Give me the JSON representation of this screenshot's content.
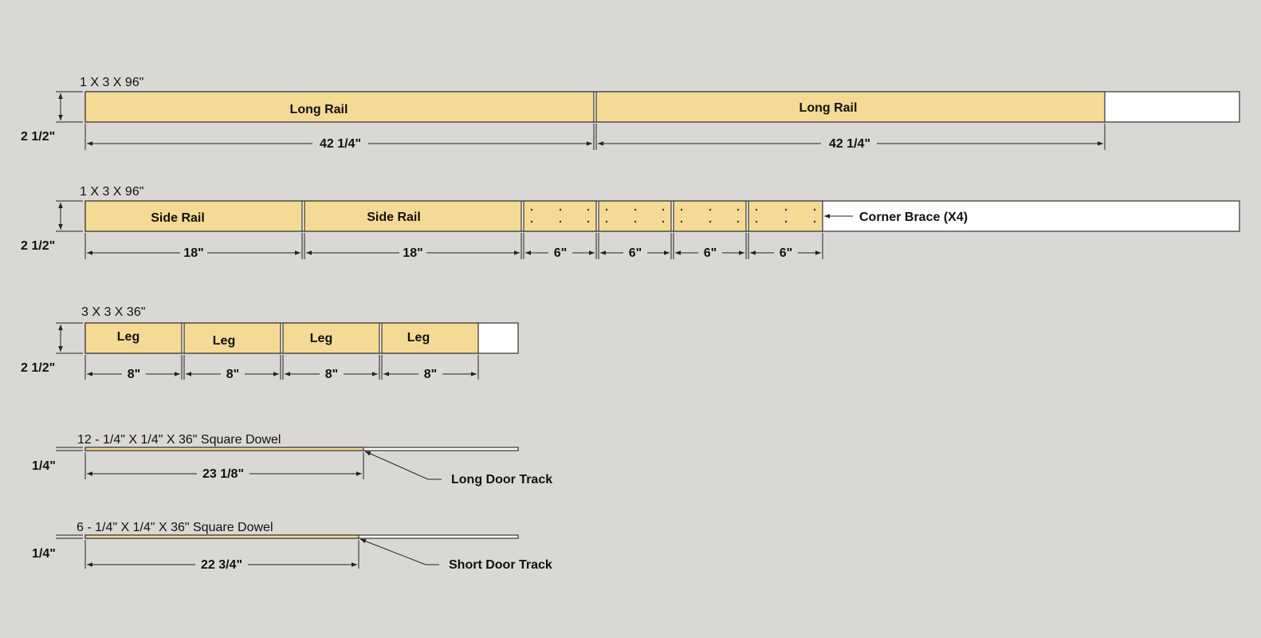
{
  "colors": {
    "background": "#d9d8d5",
    "wood": "#f5da95",
    "scrap": "#ffffff",
    "line": "#222222"
  },
  "boards": [
    {
      "stock": "1 X 3 X 96\"",
      "height_label": "2 1/2\"",
      "parts": [
        {
          "label": "Long Rail",
          "dim": "42 1/4\""
        },
        {
          "label": "Long Rail",
          "dim": "42 1/4\""
        }
      ]
    },
    {
      "stock": "1 X 3 X 96\"",
      "height_label": "2 1/2\"",
      "parts": [
        {
          "label": "Side Rail",
          "dim": "18\""
        },
        {
          "label": "Side Rail",
          "dim": "18\""
        },
        {
          "label": "",
          "dim": "6\""
        },
        {
          "label": "",
          "dim": "6\""
        },
        {
          "label": "",
          "dim": "6\""
        },
        {
          "label": "",
          "dim": "6\""
        }
      ],
      "callout": "Corner Brace (X4)"
    },
    {
      "stock": "3 X 3 X 36\"",
      "height_label": "2 1/2\"",
      "parts": [
        {
          "label": "Leg",
          "dim": "8\""
        },
        {
          "label": "Leg",
          "dim": "8\""
        },
        {
          "label": "Leg",
          "dim": "8\""
        },
        {
          "label": "Leg",
          "dim": "8\""
        }
      ]
    },
    {
      "stock": "12 - 1/4\" X 1/4\" X 36\" Square Dowel",
      "height_label": "1/4\"",
      "parts": [
        {
          "label": "",
          "dim": "23 1/8\""
        }
      ],
      "callout": "Long Door Track"
    },
    {
      "stock": "6 - 1/4\" X 1/4\" X 36\" Square Dowel",
      "height_label": "1/4\"",
      "parts": [
        {
          "label": "",
          "dim": "22 3/4\""
        }
      ],
      "callout": "Short Door Track"
    }
  ]
}
